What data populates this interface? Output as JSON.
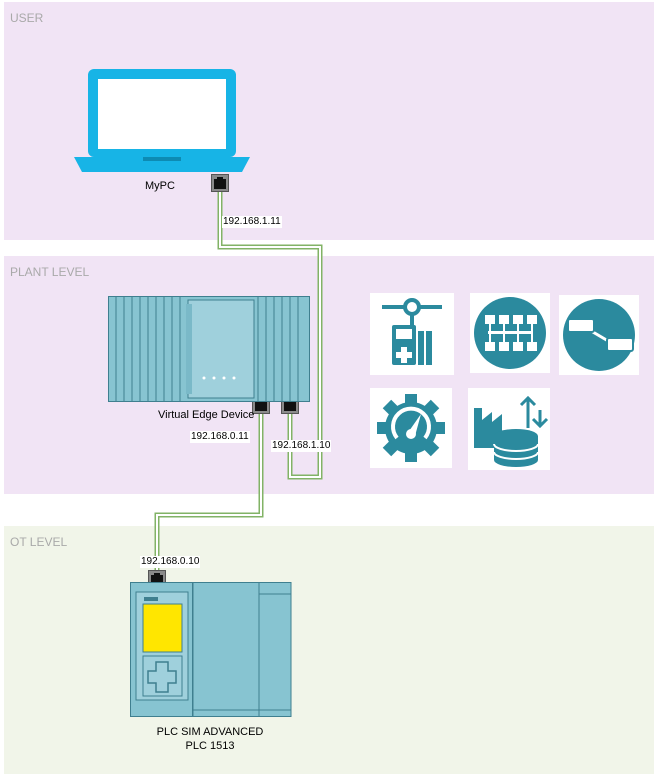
{
  "zones": {
    "user": {
      "label": "USER",
      "color": "#f1e4f5"
    },
    "plant": {
      "label": "PLANT LEVEL",
      "color": "#f1e4f5"
    },
    "ot": {
      "label": "OT LEVEL",
      "color": "#f1f5e9"
    }
  },
  "devices": {
    "mypc": {
      "label": "MyPC",
      "icon": "laptop-icon",
      "color": "#17b4e6"
    },
    "edge": {
      "label": "Virtual Edge Device",
      "icon": "industrial-edge-device-icon",
      "color": "#87c4d1"
    },
    "plc": {
      "line1": "PLC SIM ADVANCED",
      "line2": "PLC 1513",
      "icon": "plc-icon",
      "display_color": "#ffe600"
    }
  },
  "ips": {
    "mypc": "192.168.1.11",
    "edge_x1": "192.168.0.11",
    "edge_x2": "192.168.1.10",
    "plc": "192.168.0.10"
  },
  "apps": [
    {
      "icon": "flow-creator-icon"
    },
    {
      "icon": "data-network-icon"
    },
    {
      "icon": "connector-icon"
    },
    {
      "icon": "performance-gear-icon"
    },
    {
      "icon": "data-service-icon"
    }
  ],
  "colors": {
    "wire": "#82b366",
    "app_icon": "#2b8a9e"
  }
}
